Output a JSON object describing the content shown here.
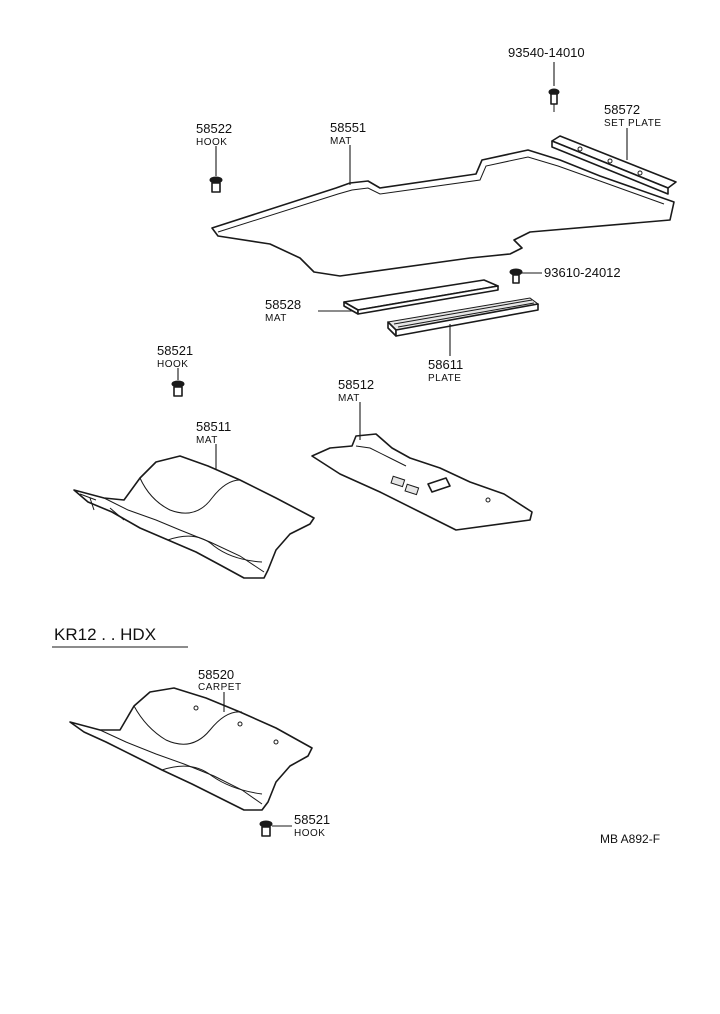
{
  "parts": {
    "p93540": {
      "number": "93540-14010"
    },
    "p58572": {
      "number": "58572",
      "name": "SET PLATE"
    },
    "p58522": {
      "number": "58522",
      "name": "HOOK"
    },
    "p58551": {
      "number": "58551",
      "name": "MAT"
    },
    "p93610": {
      "number": "93610-24012"
    },
    "p58528": {
      "number": "58528",
      "name": "MAT"
    },
    "p58611": {
      "number": "58611",
      "name": "PLATE"
    },
    "p58521a": {
      "number": "58521",
      "name": "HOOK"
    },
    "p58512": {
      "number": "58512",
      "name": "MAT"
    },
    "p58511": {
      "number": "58511",
      "name": "MAT"
    },
    "p58520": {
      "number": "58520",
      "name": "CARPET"
    },
    "p58521b": {
      "number": "58521",
      "name": "HOOK"
    }
  },
  "variant_heading": "KR12 . . HDX",
  "drawing_code": "MB A892-F"
}
